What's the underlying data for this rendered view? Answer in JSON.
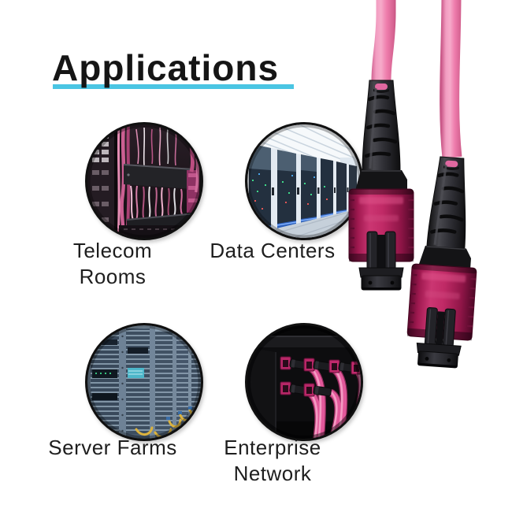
{
  "page": {
    "background_color": "#ffffff"
  },
  "header": {
    "title": "Applications",
    "title_color": "#151515",
    "underline_color": "#4ac5e3"
  },
  "applications": [
    {
      "id": "telecom-rooms",
      "label": "Telecom\nRooms",
      "image": "telecom-room-photo"
    },
    {
      "id": "data-centers",
      "label": "Data Centers",
      "image": "data-center-photo"
    },
    {
      "id": "server-farms",
      "label": "Server Farms",
      "image": "server-farm-photo"
    },
    {
      "id": "enterprise-network",
      "label": "Enterprise\nNetwork",
      "image": "pink-fiber-cables-photo"
    }
  ],
  "product": {
    "image": "mpo-fiber-patch-cable-photo",
    "cable_color": "#ee7cac",
    "connector_color": "#b92463",
    "boot_color": "#232327"
  }
}
